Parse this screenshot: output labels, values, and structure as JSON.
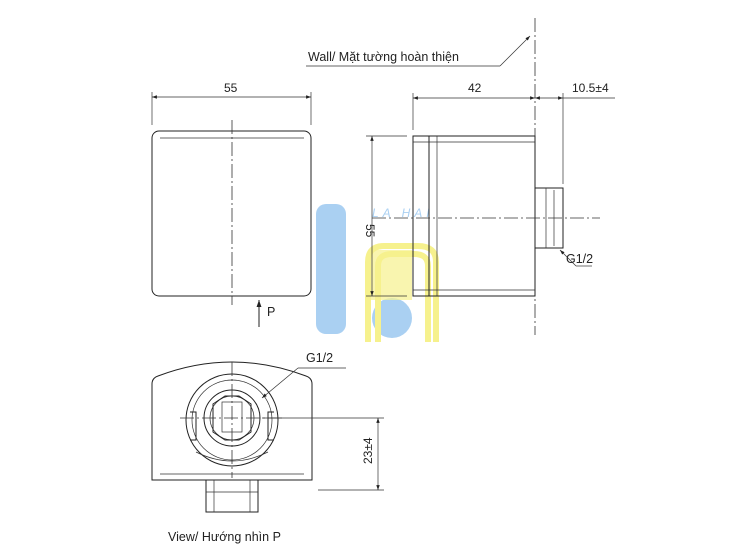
{
  "labels": {
    "wall": "Wall/ Mặt tường hoàn thiện",
    "view": "View/ Hướng nhìn P",
    "arrow_p": "P",
    "thread_side": "G1/2",
    "thread_bottom": "G1/2"
  },
  "dimensions": {
    "front_width": "55",
    "side_depth": "42",
    "wall_offset": "10.5±4",
    "side_height": "55",
    "bottom_offset": "23±4"
  },
  "watermark": {
    "text": "LA HAI",
    "colors": {
      "blue": "#9cc8f0",
      "yellow": "#f5ef7a"
    }
  }
}
